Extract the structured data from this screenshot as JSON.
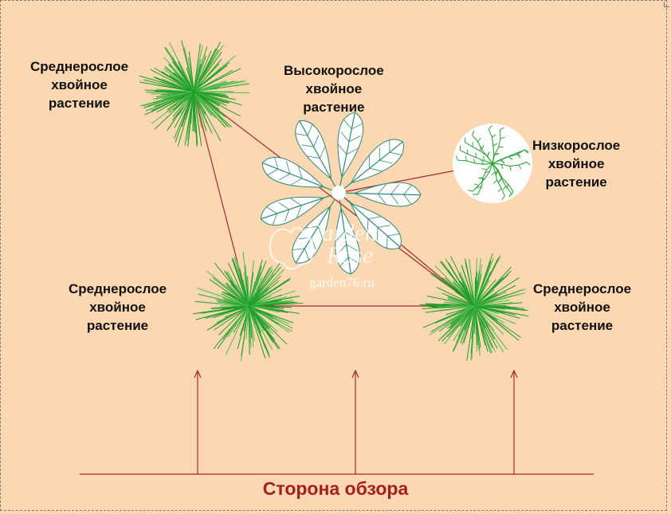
{
  "labels": {
    "top_left": [
      "Среднерослое",
      "хвойное",
      "растение"
    ],
    "top_center": [
      "Высокорослое",
      "хвойное",
      "растение"
    ],
    "right_small": [
      "Низкорослое",
      "хвойное",
      "растение"
    ],
    "bottom_left": [
      "Среднерослое",
      "хвойное",
      "растение"
    ],
    "bottom_right": [
      "Среднерослое",
      "хвойное",
      "растение"
    ]
  },
  "caption": "Сторона обзора",
  "watermark": {
    "logo": "Garden Rose",
    "site": "garden76.ru"
  },
  "colors": {
    "background": "#fbd7b2",
    "line": "#a52a2a",
    "conifer_green": "#1f9e2a",
    "tall_leaf_line": "#2d8a72",
    "caption": "#a5201c"
  }
}
